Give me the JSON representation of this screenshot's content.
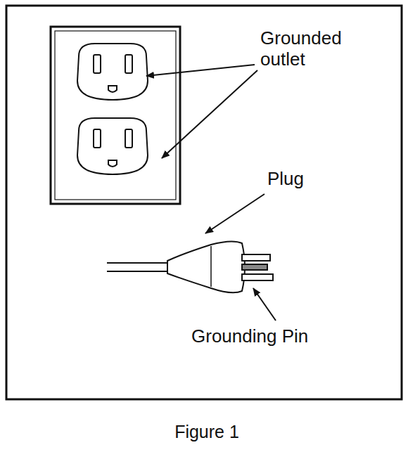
{
  "diagram": {
    "caption": "Figure 1",
    "labels": [
      "Grounded outlet",
      "Plug",
      "Grounding Pin"
    ]
  }
}
